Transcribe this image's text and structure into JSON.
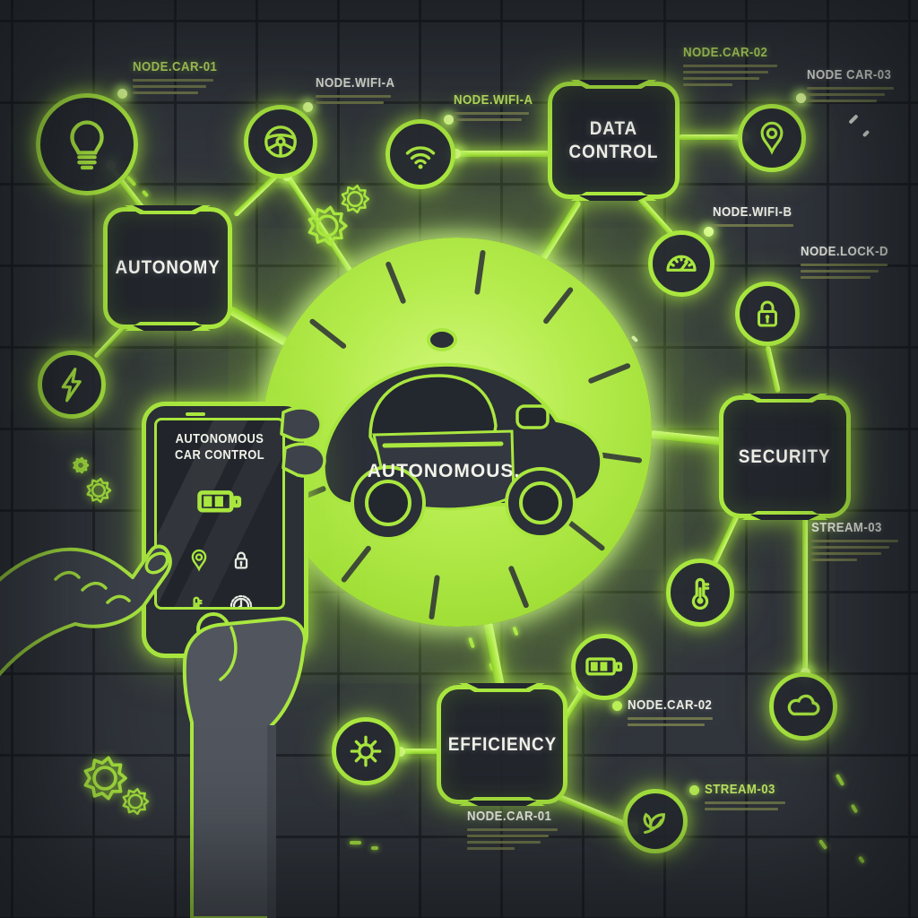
{
  "colors": {
    "background": "#31353c",
    "grid_line": "#1d2025",
    "neon_green": "#a9e73f",
    "neon_green_bright": "#d9ff86",
    "box_fill": "#23272e",
    "text_white": "#eceee4",
    "text_green": "#c2ea66",
    "subtext_olive": "#7d854f"
  },
  "center": {
    "car_label": "AUTONOMOUS.",
    "car_name": "autonomous-car"
  },
  "boxes": [
    {
      "id": "autonomy",
      "label": "AUTONOMY"
    },
    {
      "id": "data-control",
      "label": "DATA\nCONTROL"
    },
    {
      "id": "security",
      "label": "SECURITY"
    },
    {
      "id": "efficiency",
      "label": "EFFICIENCY"
    }
  ],
  "node_labels": [
    {
      "id": "node-car-01-top",
      "text": "NODE.CAR-01",
      "tone": "green",
      "sub_lines": 3,
      "bullet": false
    },
    {
      "id": "node-wifi-a-left",
      "text": "NODE.WIFI-A",
      "tone": "white",
      "sub_lines": 2,
      "bullet": false
    },
    {
      "id": "node-wifi-a-mid",
      "text": "NODE.WIFI-A",
      "tone": "green",
      "sub_lines": 2,
      "bullet": false
    },
    {
      "id": "node-car-02-top",
      "text": "NODE.CAR-02",
      "tone": "green",
      "sub_lines": 4,
      "bullet": false
    },
    {
      "id": "node-car-03",
      "text": "NODE CAR-03",
      "tone": "white",
      "sub_lines": 3,
      "bullet": false
    },
    {
      "id": "node-wifi-b",
      "text": "NODE.WIFI-B",
      "tone": "white",
      "sub_lines": 1,
      "bullet": false
    },
    {
      "id": "node-lock-d",
      "text": "NODE.LOCK-D",
      "tone": "white",
      "sub_lines": 3,
      "bullet": false
    },
    {
      "id": "stream-03-right",
      "text": "STREAM-03",
      "tone": "white",
      "sub_lines": 4,
      "bullet": false
    },
    {
      "id": "node-car-02-bottom",
      "text": "NODE.CAR-02",
      "tone": "white",
      "sub_lines": 2,
      "bullet": true
    },
    {
      "id": "stream-03-bottom",
      "text": "STREAM-03",
      "tone": "green",
      "sub_lines": 2,
      "bullet": true
    },
    {
      "id": "node-car-01-bottom",
      "text": "NODE.CAR-01",
      "tone": "white",
      "sub_lines": 4,
      "bullet": false
    }
  ],
  "icon_nodes": [
    {
      "id": "bulb",
      "name": "lightbulb-icon"
    },
    {
      "id": "steering",
      "name": "steering-wheel-icon"
    },
    {
      "id": "wifi",
      "name": "wifi-icon"
    },
    {
      "id": "pin",
      "name": "location-pin-icon"
    },
    {
      "id": "gauge",
      "name": "speedometer-icon"
    },
    {
      "id": "lock",
      "name": "lock-icon"
    },
    {
      "id": "bolt",
      "name": "lightning-icon"
    },
    {
      "id": "thermo",
      "name": "thermometer-icon"
    },
    {
      "id": "battery",
      "name": "battery-icon"
    },
    {
      "id": "sun",
      "name": "sun-icon"
    },
    {
      "id": "leaf",
      "name": "eco-leaf-icon"
    },
    {
      "id": "cloud",
      "name": "cloud-icon"
    }
  ],
  "phone": {
    "title_line1": "AUTONOMOUS",
    "title_line2": "CAR CONTROL",
    "screen_icons": [
      {
        "id": "p-battery",
        "name": "battery-icon",
        "tone": "green"
      },
      {
        "id": "p-pin",
        "name": "location-pin-icon",
        "tone": "green"
      },
      {
        "id": "p-lock",
        "name": "lock-icon",
        "tone": "white"
      },
      {
        "id": "p-thermo",
        "name": "thermometer-icon",
        "tone": "green"
      },
      {
        "id": "p-clock",
        "name": "clock-icon",
        "tone": "white"
      }
    ],
    "home_button": "home-button"
  }
}
